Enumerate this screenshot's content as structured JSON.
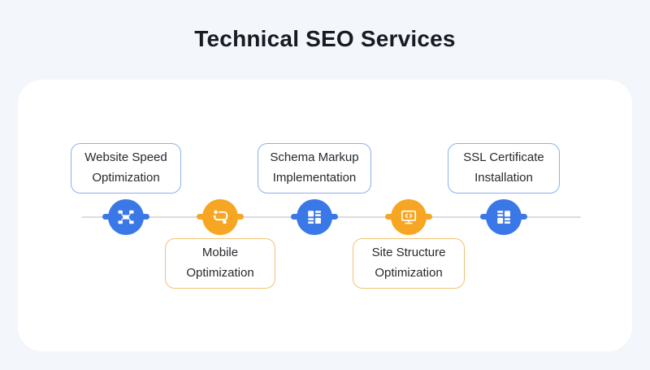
{
  "page": {
    "title": "Technical SEO Services",
    "background_color": "#f3f6fb",
    "card_color": "#ffffff"
  },
  "colors": {
    "node_blue": "#3b78e7",
    "node_orange": "#f6a623",
    "box_border_blue": "#8ab1ec",
    "box_border_orange": "#f0c374",
    "timeline_line": "#dcdde0",
    "title_text": "#171b22",
    "box_text": "#26292e"
  },
  "timeline": {
    "items": [
      {
        "label": "Website Speed Optimization",
        "position": "above",
        "color": "blue",
        "icon": "sitemap-icon"
      },
      {
        "label": "Mobile Optimization",
        "position": "below",
        "color": "orange",
        "icon": "process-flow-icon"
      },
      {
        "label": "Schema Markup Implementation",
        "position": "above",
        "color": "blue",
        "icon": "schema-blocks-icon"
      },
      {
        "label": "Site Structure Optimization",
        "position": "below",
        "color": "orange",
        "icon": "monitor-code-icon"
      },
      {
        "label": "SSL Certificate Installation",
        "position": "above",
        "color": "blue",
        "icon": "grid-blocks-icon"
      }
    ]
  }
}
